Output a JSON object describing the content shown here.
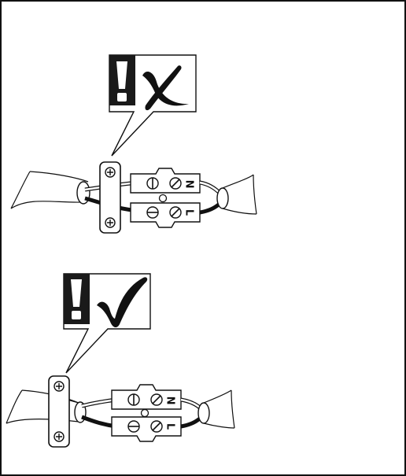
{
  "figure": {
    "frame_color": "#111111",
    "warning_panel_color": "#1a1a1a",
    "icons": [
      "exclamation-icon",
      "cross-mark-icon",
      "check-mark-icon",
      "plus-screw-icon",
      "slotted-screw-icon"
    ]
  },
  "incorrect": {
    "verdict": "incorrect",
    "verdict_icon": "cross-mark-icon",
    "terminals": {
      "top": "N",
      "bottom": "L"
    }
  },
  "correct": {
    "verdict": "correct",
    "verdict_icon": "check-mark-icon",
    "terminals": {
      "top": "N",
      "bottom": "L"
    }
  }
}
